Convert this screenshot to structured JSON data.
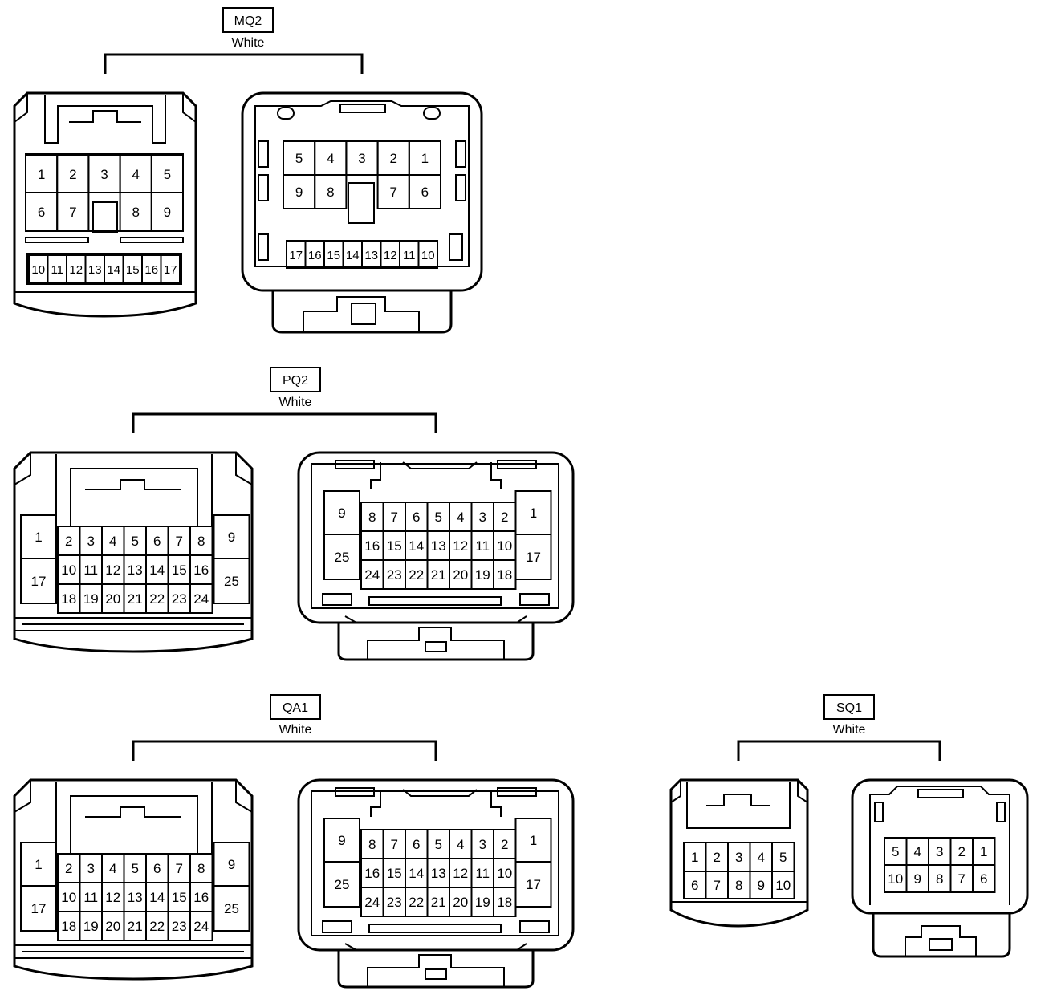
{
  "connectors": {
    "mq2": {
      "code": "MQ2",
      "color": "White"
    },
    "pq2": {
      "code": "PQ2",
      "color": "White"
    },
    "qa1": {
      "code": "QA1",
      "color": "White"
    },
    "sq1": {
      "code": "SQ1",
      "color": "White"
    }
  },
  "pins": {
    "mq2_male": {
      "row1": [
        "1",
        "2",
        "3",
        "4",
        "5"
      ],
      "row2": [
        "6",
        "7",
        "",
        "8",
        "9"
      ],
      "row3": [
        "10",
        "11",
        "12",
        "13",
        "14",
        "15",
        "16",
        "17"
      ]
    },
    "mq2_female": {
      "row1": [
        "5",
        "4",
        "3",
        "2",
        "1"
      ],
      "row2": [
        "9",
        "8",
        "",
        "7",
        "6"
      ],
      "row3": [
        "17",
        "16",
        "15",
        "14",
        "13",
        "12",
        "11",
        "10"
      ]
    },
    "pq2_male": {
      "left": [
        "1",
        "17"
      ],
      "right": [
        "9",
        "25"
      ],
      "row1": [
        "2",
        "3",
        "4",
        "5",
        "6",
        "7",
        "8"
      ],
      "row2": [
        "10",
        "11",
        "12",
        "13",
        "14",
        "15",
        "16"
      ],
      "row3": [
        "18",
        "19",
        "20",
        "21",
        "22",
        "23",
        "24"
      ]
    },
    "pq2_female": {
      "left": [
        "9",
        "25"
      ],
      "right": [
        "1",
        "17"
      ],
      "row1": [
        "8",
        "7",
        "6",
        "5",
        "4",
        "3",
        "2"
      ],
      "row2": [
        "16",
        "15",
        "14",
        "13",
        "12",
        "11",
        "10"
      ],
      "row3": [
        "24",
        "23",
        "22",
        "21",
        "20",
        "19",
        "18"
      ]
    },
    "qa1_male": {
      "left": [
        "1",
        "17"
      ],
      "right": [
        "9",
        "25"
      ],
      "row1": [
        "2",
        "3",
        "4",
        "5",
        "6",
        "7",
        "8"
      ],
      "row2": [
        "10",
        "11",
        "12",
        "13",
        "14",
        "15",
        "16"
      ],
      "row3": [
        "18",
        "19",
        "20",
        "21",
        "22",
        "23",
        "24"
      ]
    },
    "qa1_female": {
      "left": [
        "9",
        "25"
      ],
      "right": [
        "1",
        "17"
      ],
      "row1": [
        "8",
        "7",
        "6",
        "5",
        "4",
        "3",
        "2"
      ],
      "row2": [
        "16",
        "15",
        "14",
        "13",
        "12",
        "11",
        "10"
      ],
      "row3": [
        "24",
        "23",
        "22",
        "21",
        "20",
        "19",
        "18"
      ]
    },
    "sq1_male": {
      "row1": [
        "1",
        "2",
        "3",
        "4",
        "5"
      ],
      "row2": [
        "6",
        "7",
        "8",
        "9",
        "10"
      ]
    },
    "sq1_female": {
      "row1": [
        "5",
        "4",
        "3",
        "2",
        "1"
      ],
      "row2": [
        "10",
        "9",
        "8",
        "7",
        "6"
      ]
    }
  }
}
